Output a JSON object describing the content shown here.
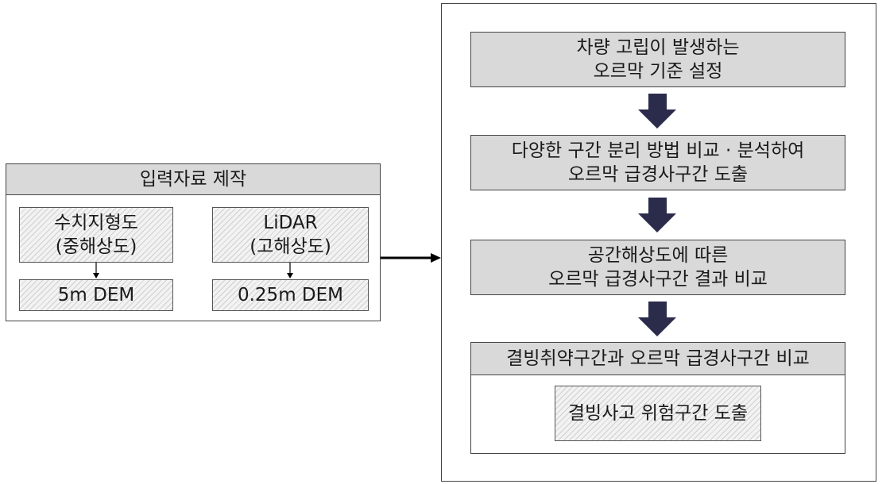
{
  "left_panel": {
    "title": "입력자료 제작",
    "sources": [
      {
        "line1": "수치지형도",
        "line2": "(중해상도)",
        "output": "5m DEM"
      },
      {
        "line1": "LiDAR",
        "line2": "(고해상도)",
        "output": "0.25m DEM"
      }
    ]
  },
  "right_panel": {
    "steps": [
      {
        "line1": "차량 고립이 발생하는",
        "line2": "오르막 기준 설정"
      },
      {
        "line1": "다양한 구간 분리 방법 비교 · 분석하여",
        "line2": "오르막 급경사구간 도출"
      },
      {
        "line1": "공간해상도에 따른",
        "line2": "오르막 급경사구간 결과 비교"
      }
    ],
    "final": {
      "title": "결빙취약구간과 오르막 급경사구간 비교",
      "result": "결빙사고 위험구간 도출"
    }
  },
  "colors": {
    "step_fill": "#d9d9d9",
    "block_arrow": "#2b2b4b",
    "connector": "#000000"
  }
}
